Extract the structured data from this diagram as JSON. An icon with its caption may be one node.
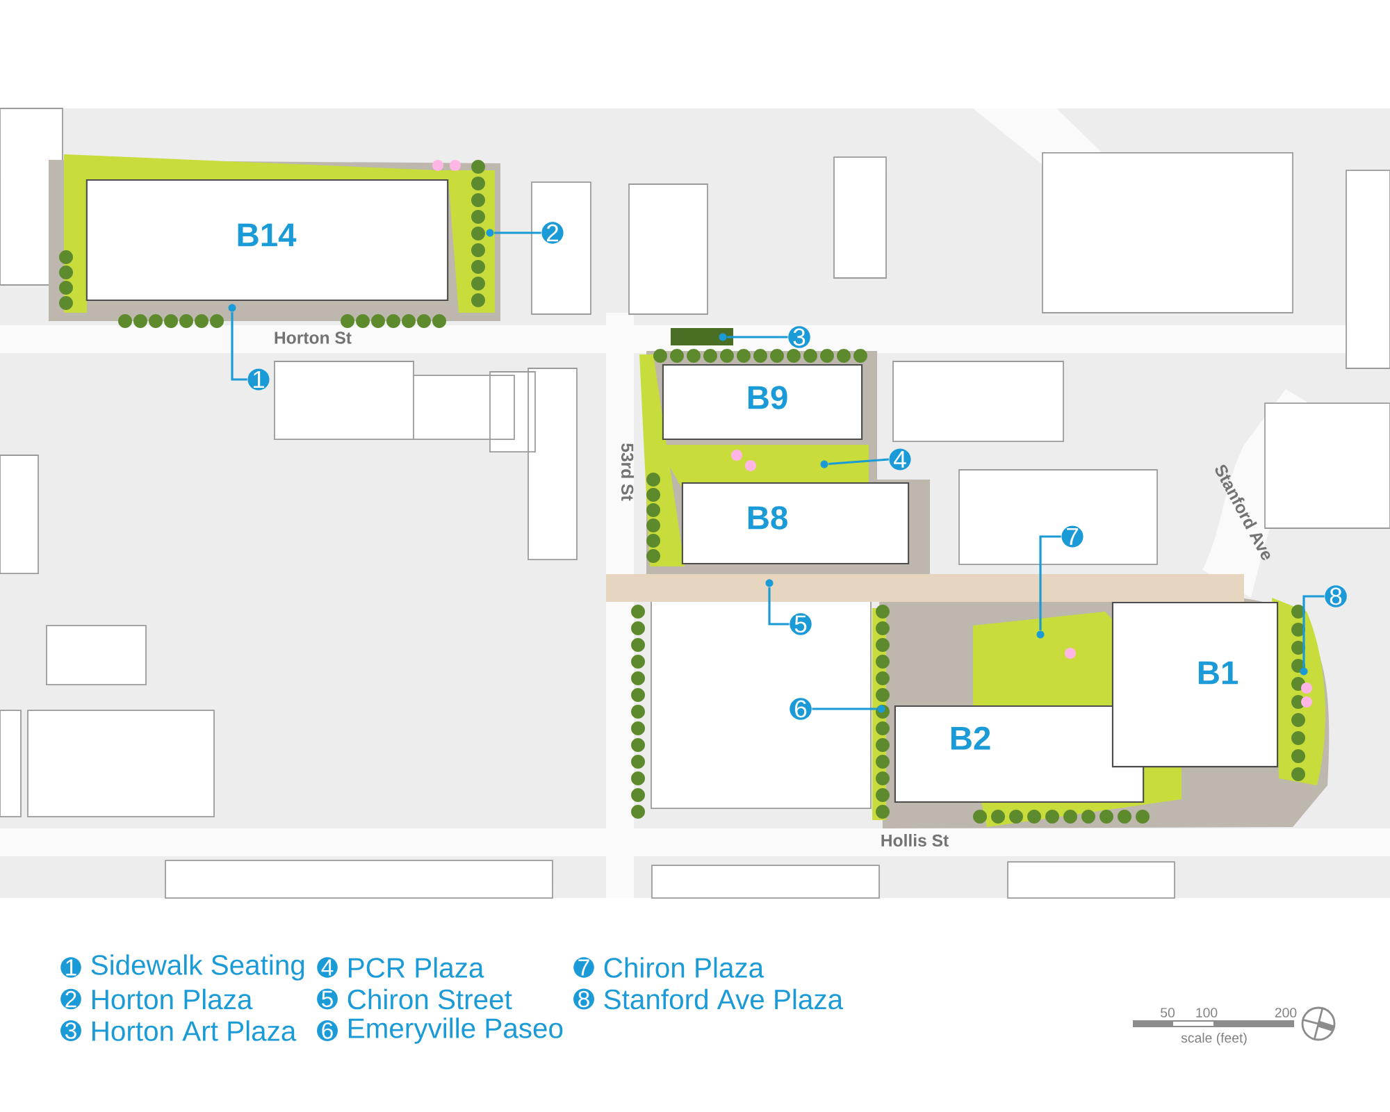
{
  "diagram": {
    "nodes": [
      {
        "text": [
          "B14"
        ]
      },
      {
        "text": [
          "B9"
        ]
      },
      {
        "text": [
          "B8"
        ]
      },
      {
        "text": [
          "B2"
        ]
      },
      {
        "text": [
          "B1"
        ]
      },
      {
        "text": [
          "1"
        ]
      },
      {
        "text": [
          "2"
        ]
      },
      {
        "text": [
          "3"
        ]
      },
      {
        "text": [
          "4"
        ]
      },
      {
        "text": [
          "5"
        ]
      },
      {
        "text": [
          "6"
        ]
      },
      {
        "text": [
          "7"
        ]
      },
      {
        "text": [
          "8"
        ]
      },
      {
        "text": [],
        "shape": "circle"
      },
      {
        "text": [],
        "shape": "circle"
      },
      {
        "text": [],
        "shape": "circle"
      },
      {
        "text": [],
        "shape": "circle"
      },
      {
        "text": [],
        "shape": "circle"
      },
      {
        "text": [],
        "shape": "circle"
      },
      {
        "text": [],
        "shape": "circle"
      },
      {
        "text": [],
        "shape": "circle"
      },
      {
        "text": [
          "1"
        ],
        "beside": [
          "Sidewalk Seating"
        ]
      },
      {
        "text": [
          "2"
        ],
        "beside": [
          "Horton Plaza"
        ]
      },
      {
        "text": [
          "3"
        ],
        "beside": [
          "Horton Art Plaza"
        ]
      },
      {
        "text": [
          "4"
        ],
        "beside": [
          "PCR Plaza"
        ]
      },
      {
        "text": [
          "5"
        ],
        "beside": [
          "Chiron Street"
        ]
      },
      {
        "text": [
          "6"
        ],
        "beside": [
          "Emeryville Paseo"
        ]
      },
      {
        "text": [
          "7"
        ],
        "beside": [
          "Chiron Plaza"
        ]
      },
      {
        "text": [
          "8"
        ],
        "beside": [
          "Stanford Ave Plaza"
        ]
      }
    ],
    "edges": [
      {
        "from": 5,
        "to": 13,
        "arrow": "none"
      },
      {
        "from": 6,
        "to": 14,
        "arrow": "none"
      },
      {
        "from": 7,
        "to": 15,
        "arrow": "none"
      },
      {
        "from": 8,
        "to": 16,
        "arrow": "none"
      },
      {
        "from": 9,
        "to": 17,
        "arrow": "none"
      },
      {
        "from": 10,
        "to": 18,
        "arrow": "none"
      },
      {
        "from": 11,
        "to": 19,
        "arrow": "none"
      },
      {
        "from": 12,
        "to": 20,
        "arrow": "none"
      }
    ],
    "labels": [
      "Horton St",
      "53rd St",
      "Stanford Ave",
      "Hollis St",
      "50",
      "100",
      "200",
      "scale (feet)"
    ]
  }
}
